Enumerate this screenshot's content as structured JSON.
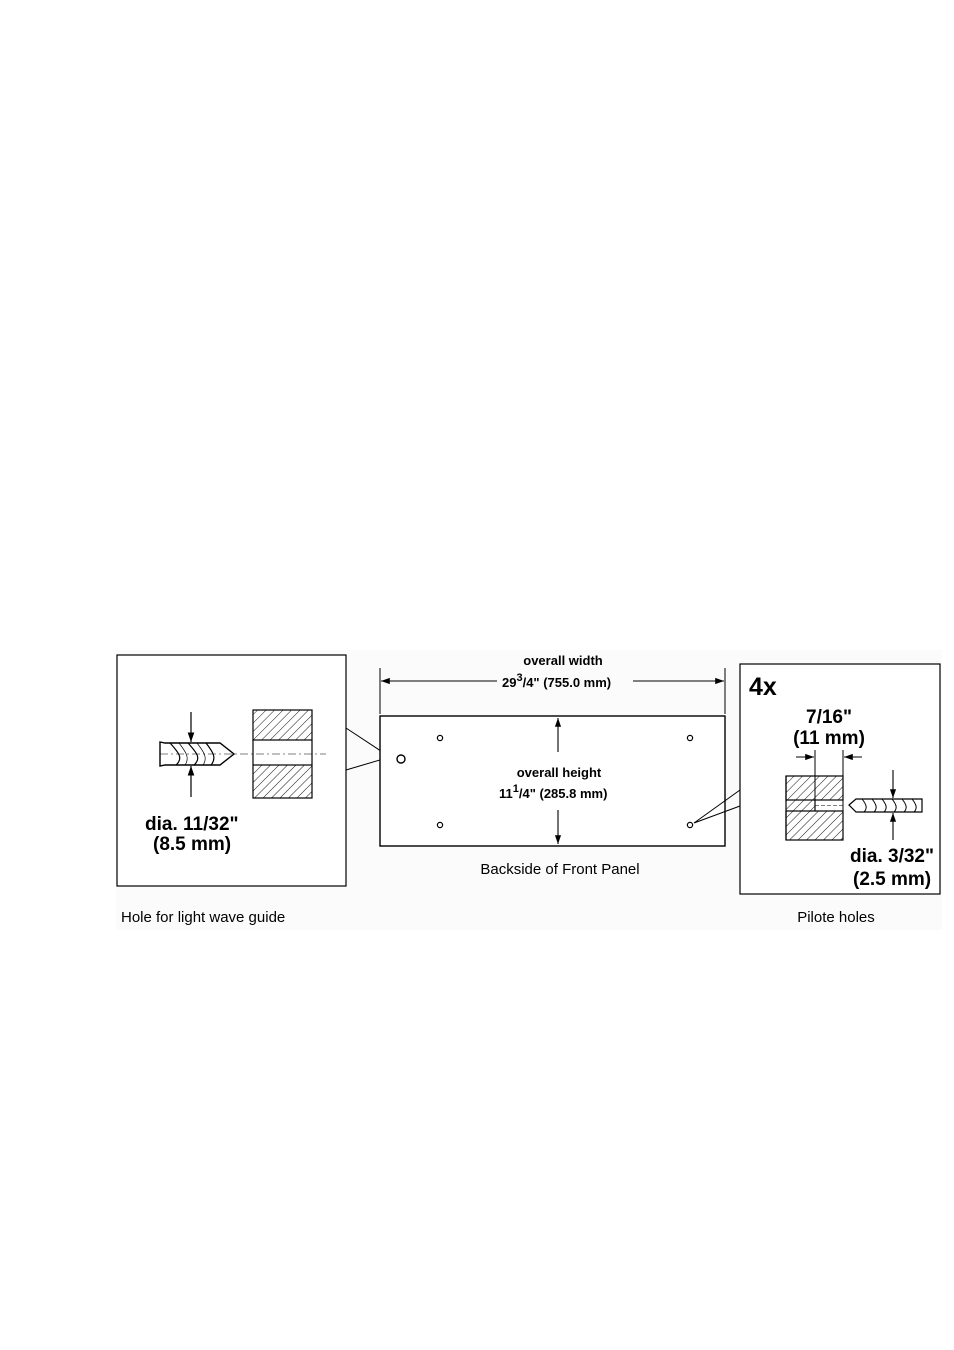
{
  "main_panel": {
    "width_label_line1": "overall width",
    "width_whole": "29",
    "width_num": "3",
    "width_rest": "/4\" (755.0 mm)",
    "height_label_line1": "overall height",
    "height_whole": "11",
    "height_num": "1",
    "height_rest": "/4\" (285.8 mm)",
    "caption": "Backside of Front Panel"
  },
  "left_detail": {
    "dia_line1": "dia. 11/32\"",
    "dia_line2": "(8.5 mm)",
    "caption": "Hole for light wave guide"
  },
  "right_detail": {
    "multiplier": "4x",
    "depth_line1": "7/16\"",
    "depth_line2": "(11 mm)",
    "dia_line1": "dia. 3/32\"",
    "dia_line2": "(2.5 mm)",
    "caption": "Pilote holes"
  }
}
